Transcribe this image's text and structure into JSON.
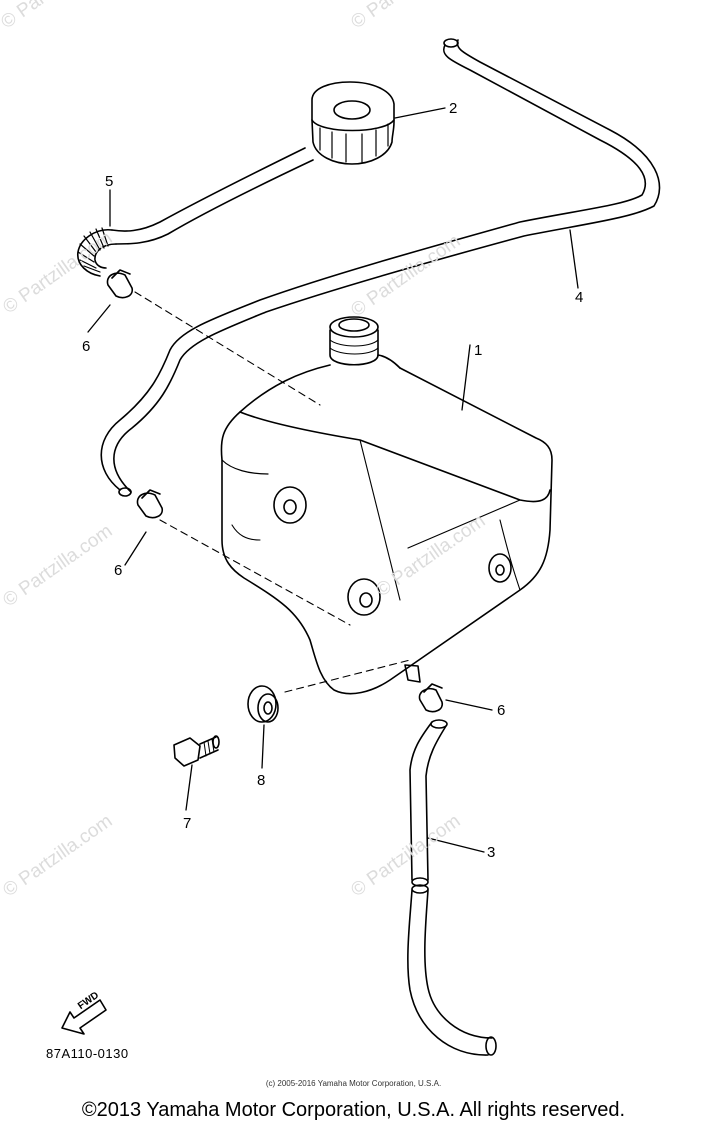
{
  "watermark": "© Partzilla.com",
  "callouts": {
    "c1": "1",
    "c2": "2",
    "c3": "3",
    "c4": "4",
    "c5": "5",
    "c6a": "6",
    "c6b": "6",
    "c6c": "6",
    "c7": "7",
    "c8": "8"
  },
  "fwd_label": "FWD",
  "diagram_code": "87A110-0130",
  "copyright_small": "(c) 2005-2016 Yamaha Motor Corporation, U.S.A.",
  "copyright_main": "©2013 Yamaha Motor Corporation, U.S.A. All rights reserved."
}
